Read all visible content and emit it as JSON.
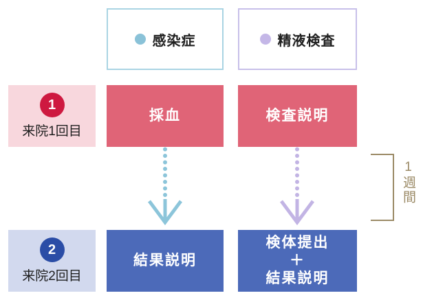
{
  "diagram": {
    "legend": {
      "infection": {
        "label": "感染症",
        "dot_color": "#8ac2d8",
        "border_color": "#a9d4e3"
      },
      "semen": {
        "label": "精液検査",
        "dot_color": "#c4b7e7",
        "border_color": "#c7bfe9"
      }
    },
    "visits": {
      "first": {
        "number": "1",
        "label": "来院1回目",
        "badge_color": "#ce1940",
        "bg_color": "#f8d7dd"
      },
      "second": {
        "number": "2",
        "label": "来院2回目",
        "badge_color": "#2b4da6",
        "bg_color": "#d2d9ee"
      }
    },
    "steps": {
      "blood_draw": "採血",
      "test_explanation": "検査説明",
      "result_explanation": "結果説明",
      "sample_submit_line1": "検体提出",
      "sample_submit_line2": "＋",
      "sample_submit_line3": "結果説明",
      "row1_bg": "#e06477",
      "row2_bg": "#4c6ab9"
    },
    "arrows": {
      "infection_color": "#8cc5da",
      "semen_color": "#c2b4e4"
    },
    "duration": {
      "label": "1週間",
      "color": "#9b8a66"
    }
  }
}
